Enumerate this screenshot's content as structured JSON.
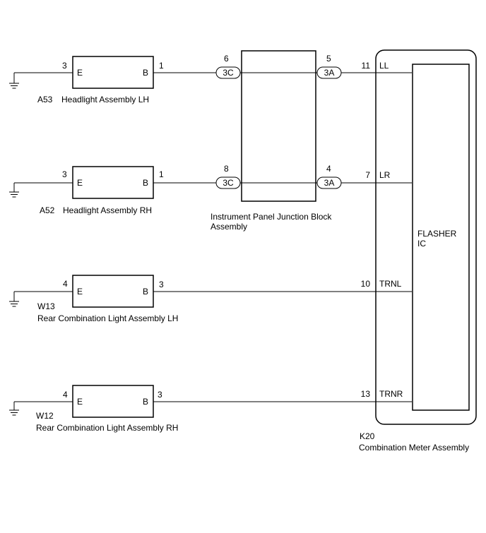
{
  "components": [
    {
      "code": "A53",
      "name": "Headlight Assembly LH",
      "pin_e": "3",
      "pin_b": "1",
      "label_e": "E",
      "label_b": "B"
    },
    {
      "code": "A52",
      "name": "Headlight Assembly RH",
      "pin_e": "3",
      "pin_b": "1",
      "label_e": "E",
      "label_b": "B"
    },
    {
      "code": "W13",
      "name": "Rear Combination Light Assembly LH",
      "pin_e": "4",
      "pin_b": "3",
      "label_e": "E",
      "label_b": "B"
    },
    {
      "code": "W12",
      "name": "Rear Combination Light Assembly RH",
      "pin_e": "4",
      "pin_b": "3",
      "label_e": "E",
      "label_b": "B"
    }
  ],
  "junction_block": {
    "name_line1": "Instrument Panel Junction Block",
    "name_line2": "Assembly",
    "connections": [
      {
        "in_pin": "6",
        "in_conn": "3C",
        "out_pin": "5",
        "out_conn": "3A"
      },
      {
        "in_pin": "8",
        "in_conn": "3C",
        "out_pin": "4",
        "out_conn": "3A"
      }
    ]
  },
  "meter": {
    "code": "K20",
    "name": "Combination Meter Assembly",
    "ic_line1": "FLASHER",
    "ic_line2": "IC",
    "terminals": [
      {
        "pin": "11",
        "name": "LL"
      },
      {
        "pin": "7",
        "name": "LR"
      },
      {
        "pin": "10",
        "name": "TRNL"
      },
      {
        "pin": "13",
        "name": "TRNR"
      }
    ]
  }
}
